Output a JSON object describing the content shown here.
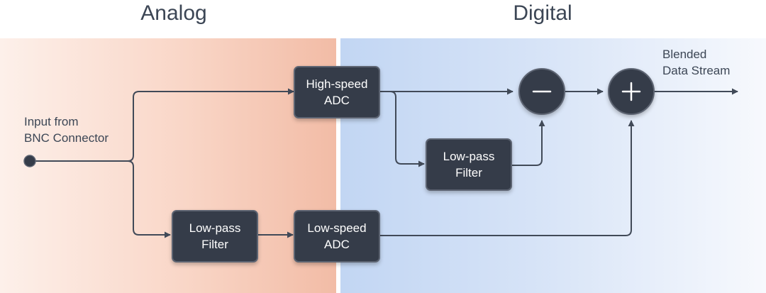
{
  "sections": {
    "analog": "Analog",
    "digital": "Digital"
  },
  "input": {
    "line1": "Input from",
    "line2": "BNC Connector"
  },
  "output": {
    "line1": "Blended",
    "line2": "Data Stream"
  },
  "blocks": {
    "high_speed_adc": [
      "High-speed",
      "ADC"
    ],
    "digital_lpf": [
      "Low-pass",
      "Filter"
    ],
    "analog_lpf": [
      "Low-pass",
      "Filter"
    ],
    "low_speed_adc": [
      "Low-speed",
      "ADC"
    ]
  },
  "colors": {
    "block_fill": "#353c49",
    "wire": "#414a58",
    "analog_zone": "#f2bca6",
    "digital_zone": "#c2d6f3"
  },
  "icons": {
    "subtract": "minus-icon",
    "add": "plus-icon"
  }
}
